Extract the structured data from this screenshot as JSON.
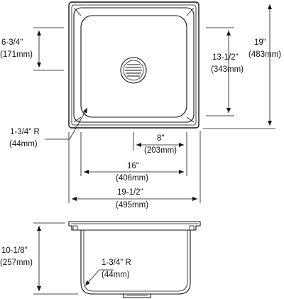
{
  "plan_view": {
    "left_depth_label": "6-3/4\"",
    "left_depth_mm": "(171mm)",
    "inner_height_label": "13-1/2\"",
    "inner_height_mm": "(343mm)",
    "overall_height_label": "19\"",
    "overall_height_mm": "(483mm)",
    "corner_radius_label": "1-3/4\" R",
    "corner_radius_mm": "(44mm)",
    "drain_offset_label": "8\"",
    "drain_offset_mm": "(203mm)",
    "inner_width_label": "16\"",
    "inner_width_mm": "(406mm)",
    "overall_width_label": "19-1/2\"",
    "overall_width_mm": "(495mm)"
  },
  "section_view": {
    "depth_label": "10-1/8\"",
    "depth_mm": "(257mm)",
    "bottom_radius_label": "1-3/4\" R",
    "bottom_radius_mm": "(44mm)"
  }
}
